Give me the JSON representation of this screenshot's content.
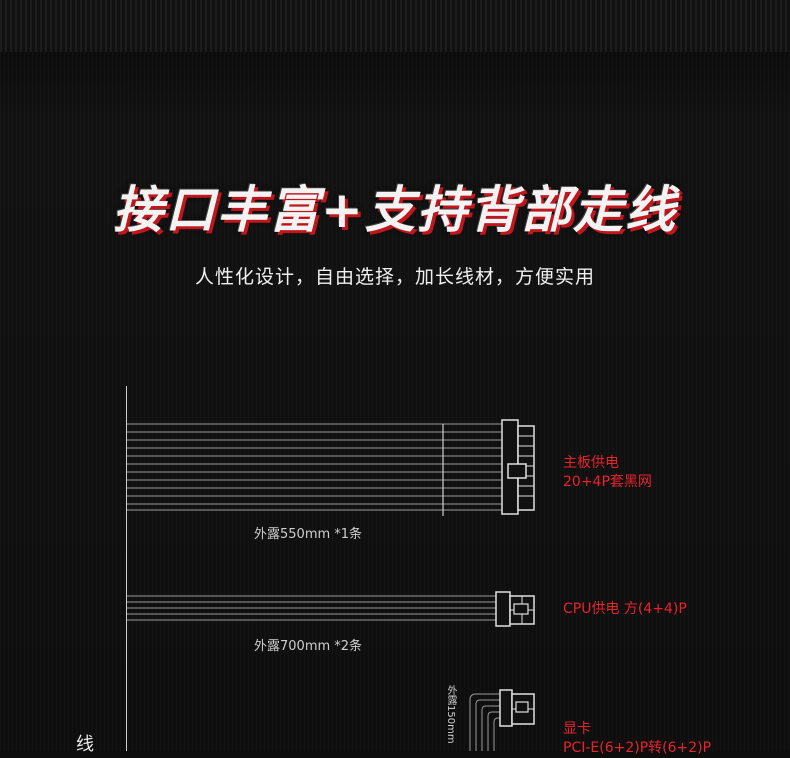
{
  "header": {
    "title": "接口丰富+支持背部走线",
    "subtitle": "人性化设计，自由选择，加长线材，方便实用"
  },
  "cables": [
    {
      "connector": "主板供电",
      "connector_sub": "20+4P套黑网",
      "length": "外露550mm  *1条"
    },
    {
      "connector": "CPU供电 方(4+4)P",
      "length": "外露700mm  *2条"
    },
    {
      "connector": "显卡",
      "connector_sub": "PCI-E(6+2)P转(6+2)P",
      "length": "外露150mm"
    }
  ],
  "side_label": "线",
  "colors": {
    "accent": "#e8232c",
    "text": "#f0f0f0",
    "background": "#0d0d0d"
  }
}
